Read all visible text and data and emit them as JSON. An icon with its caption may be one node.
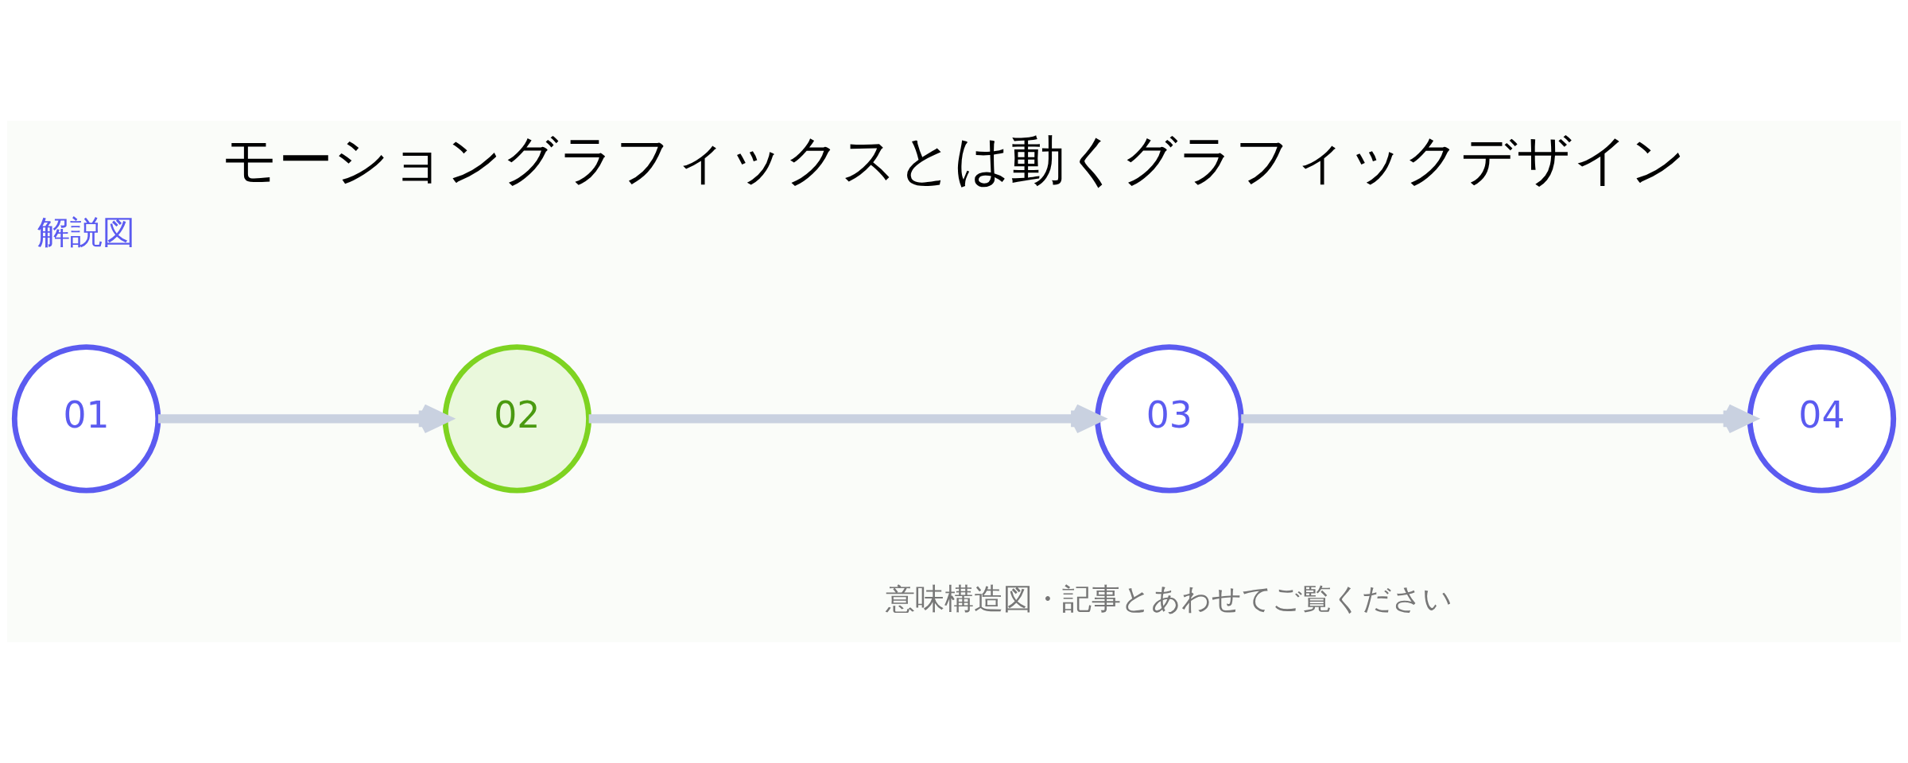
{
  "diagram": {
    "title": "モーショングラフィックスとは動くグラフィックデザイン",
    "caption": "意味構造図・記事とあわせてご覧ください",
    "nodes": [
      {
        "text": [
          "01"
        ]
      },
      {
        "text": [
          "02"
        ]
      },
      {
        "text": [
          "03"
        ]
      },
      {
        "text": [
          "04"
        ]
      }
    ],
    "edges": [
      {
        "from": 0,
        "to": 1,
        "arrow": "to"
      },
      {
        "from": 1,
        "to": 2,
        "arrow": "to"
      },
      {
        "from": 2,
        "to": 3,
        "arrow": "to"
      }
    ],
    "labels": [
      "解説図"
    ]
  }
}
